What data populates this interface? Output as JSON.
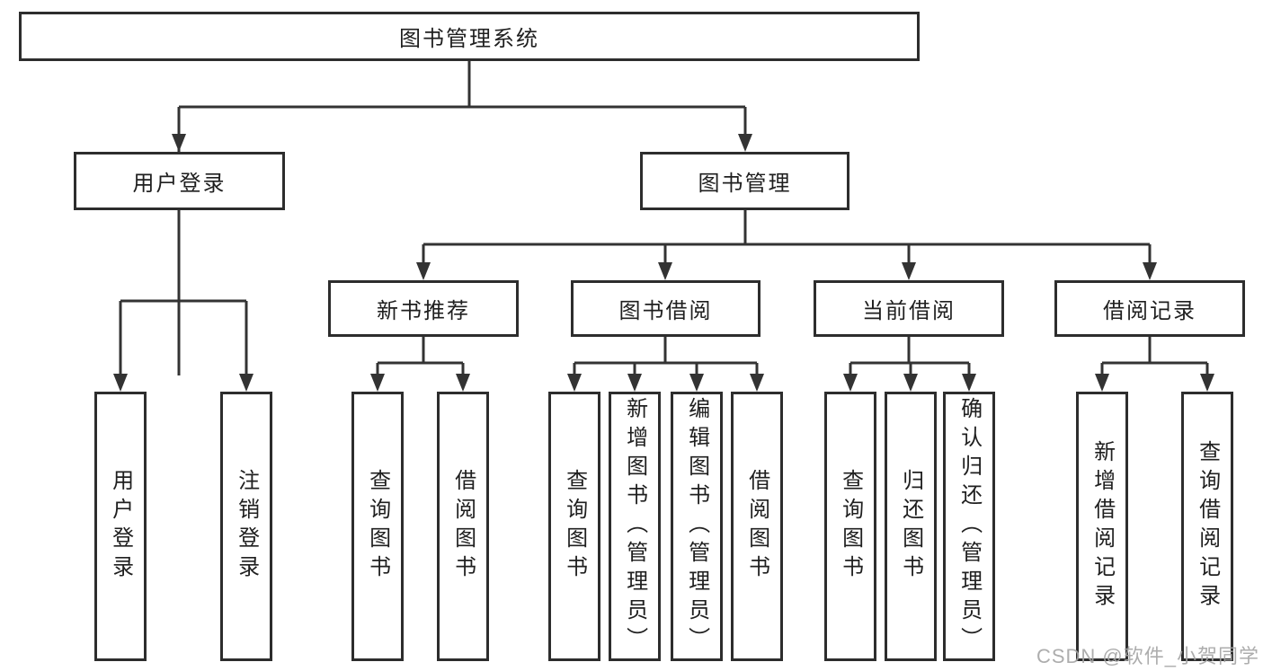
{
  "diagram_title": "图书管理系统",
  "tree": {
    "root": {
      "label": "图书管理系统",
      "children": [
        {
          "label": "用户登录",
          "children": [
            {
              "label": "用户登录"
            },
            {
              "label": "注销登录"
            }
          ]
        },
        {
          "label": "图书管理",
          "children": [
            {
              "label": "新书推荐",
              "children": [
                {
                  "label": "查询图书"
                },
                {
                  "label": "借阅图书"
                }
              ]
            },
            {
              "label": "图书借阅",
              "children": [
                {
                  "label": "查询图书"
                },
                {
                  "label": "新增图书（管理员）"
                },
                {
                  "label": "编辑图书（管理员）"
                },
                {
                  "label": "借阅图书"
                }
              ]
            },
            {
              "label": "当前借阅",
              "children": [
                {
                  "label": "查询图书"
                },
                {
                  "label": "归还图书"
                },
                {
                  "label": "确认归还（管理员）"
                }
              ]
            },
            {
              "label": "借阅记录",
              "children": [
                {
                  "label": "新增借阅记录"
                },
                {
                  "label": "查询借阅记录"
                }
              ]
            }
          ]
        }
      ]
    }
  },
  "watermark": {
    "text": "CSDN @软件_小贺同学"
  },
  "colors": {
    "line": "#333333",
    "box_border": "#2d2d2d",
    "text": "#1f1f1f",
    "watermark": "#a4a4a4",
    "background": "#ffffff"
  }
}
